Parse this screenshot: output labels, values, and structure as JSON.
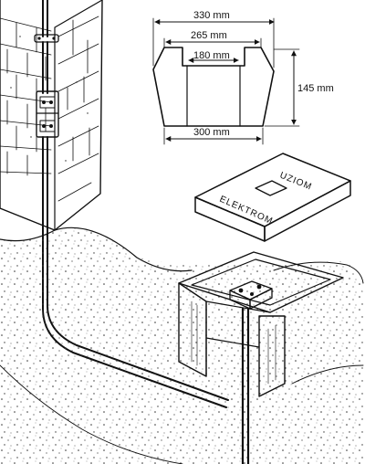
{
  "dimensions": {
    "top_width": "330 mm",
    "inner_top_width": "265 mm",
    "opening_width": "180 mm",
    "bottom_width": "300 mm",
    "height": "145 mm"
  },
  "cover": {
    "brand_upper": "UZIOM",
    "brand_lower": "ELEKTROM"
  }
}
